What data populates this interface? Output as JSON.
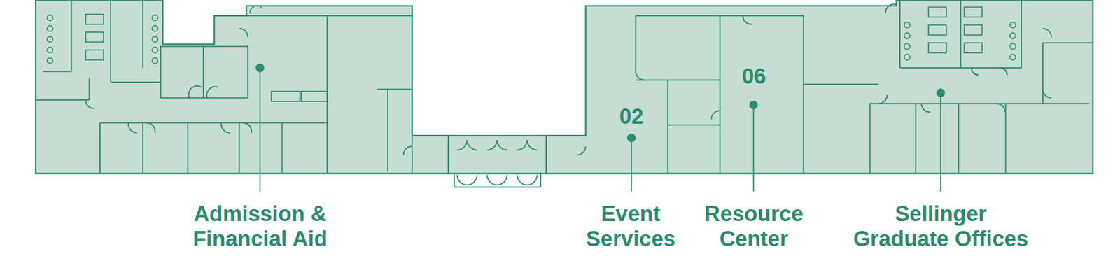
{
  "diagram": {
    "labels": [
      "Admission & Financial Aid",
      "02",
      "Event Services",
      "06",
      "Resource Center",
      "Sellinger Graduate Offices"
    ]
  }
}
